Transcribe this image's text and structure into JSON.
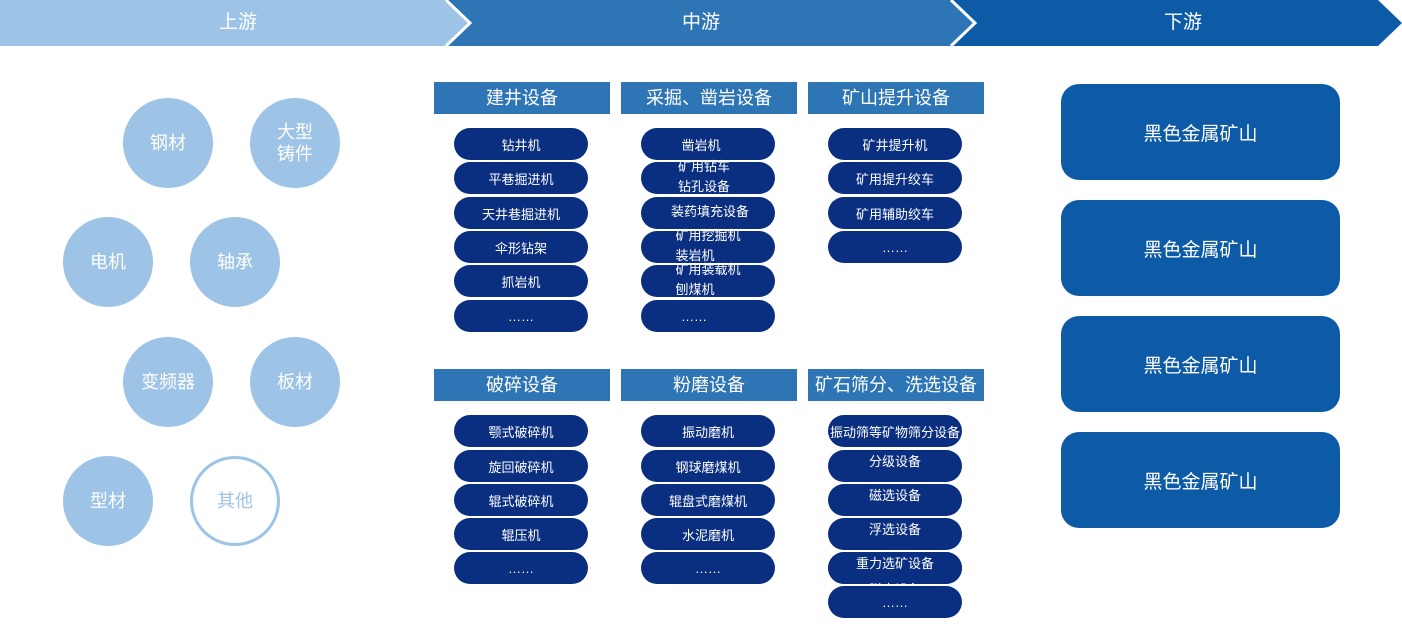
{
  "banner": {
    "stages": [
      "上游",
      "中游",
      "下游"
    ],
    "colors": [
      "#9dc3e6",
      "#2e75b6",
      "#0d5aa7"
    ]
  },
  "upstream": {
    "materials": [
      "钢材",
      "大型\n铸件",
      "电机",
      "轴承",
      "变频器",
      "板材",
      "型材",
      "其他"
    ]
  },
  "midstream": {
    "categories": [
      {
        "title": "建井设备",
        "items": [
          "钻井机",
          "平巷掘进机",
          "天井巷掘进机",
          "伞形钻架",
          "抓岩机",
          "……"
        ]
      },
      {
        "title": "采掘、凿岩设备",
        "items": [
          "凿岩机",
          "矿用钻车",
          "钻孔设备",
          "装药填充设备",
          "矿用挖掘机",
          "装岩机",
          "矿用装载机",
          "刨煤机",
          "……"
        ]
      },
      {
        "title": "矿山提升设备",
        "items": [
          "矿井提升机",
          "矿用提升绞车",
          "矿用辅助绞车",
          "……"
        ]
      },
      {
        "title": "破碎设备",
        "items": [
          "颚式破碎机",
          "旋回破碎机",
          "辊式破碎机",
          "辊压机",
          "……"
        ]
      },
      {
        "title": "粉磨设备",
        "items": [
          "振动磨机",
          "钢球磨煤机",
          "辊盘式磨煤机",
          "水泥磨机",
          "……"
        ]
      },
      {
        "title": "矿石筛分、洗选设备",
        "items": [
          "振动筛等矿物筛分设备",
          "分级设备",
          "磁选设备",
          "浮选设备",
          "重力选矿设备",
          "脱水设备",
          "……"
        ]
      }
    ]
  },
  "downstream": {
    "items": [
      "黑色金属矿山",
      "黑色金属矿山",
      "黑色金属矿山",
      "黑色金属矿山"
    ]
  },
  "colors": {
    "circle_fill": "#9dc3e6",
    "category_header": "#2e75b6",
    "pill": "#0b2f80",
    "downstream_box": "#0d5aa7"
  }
}
